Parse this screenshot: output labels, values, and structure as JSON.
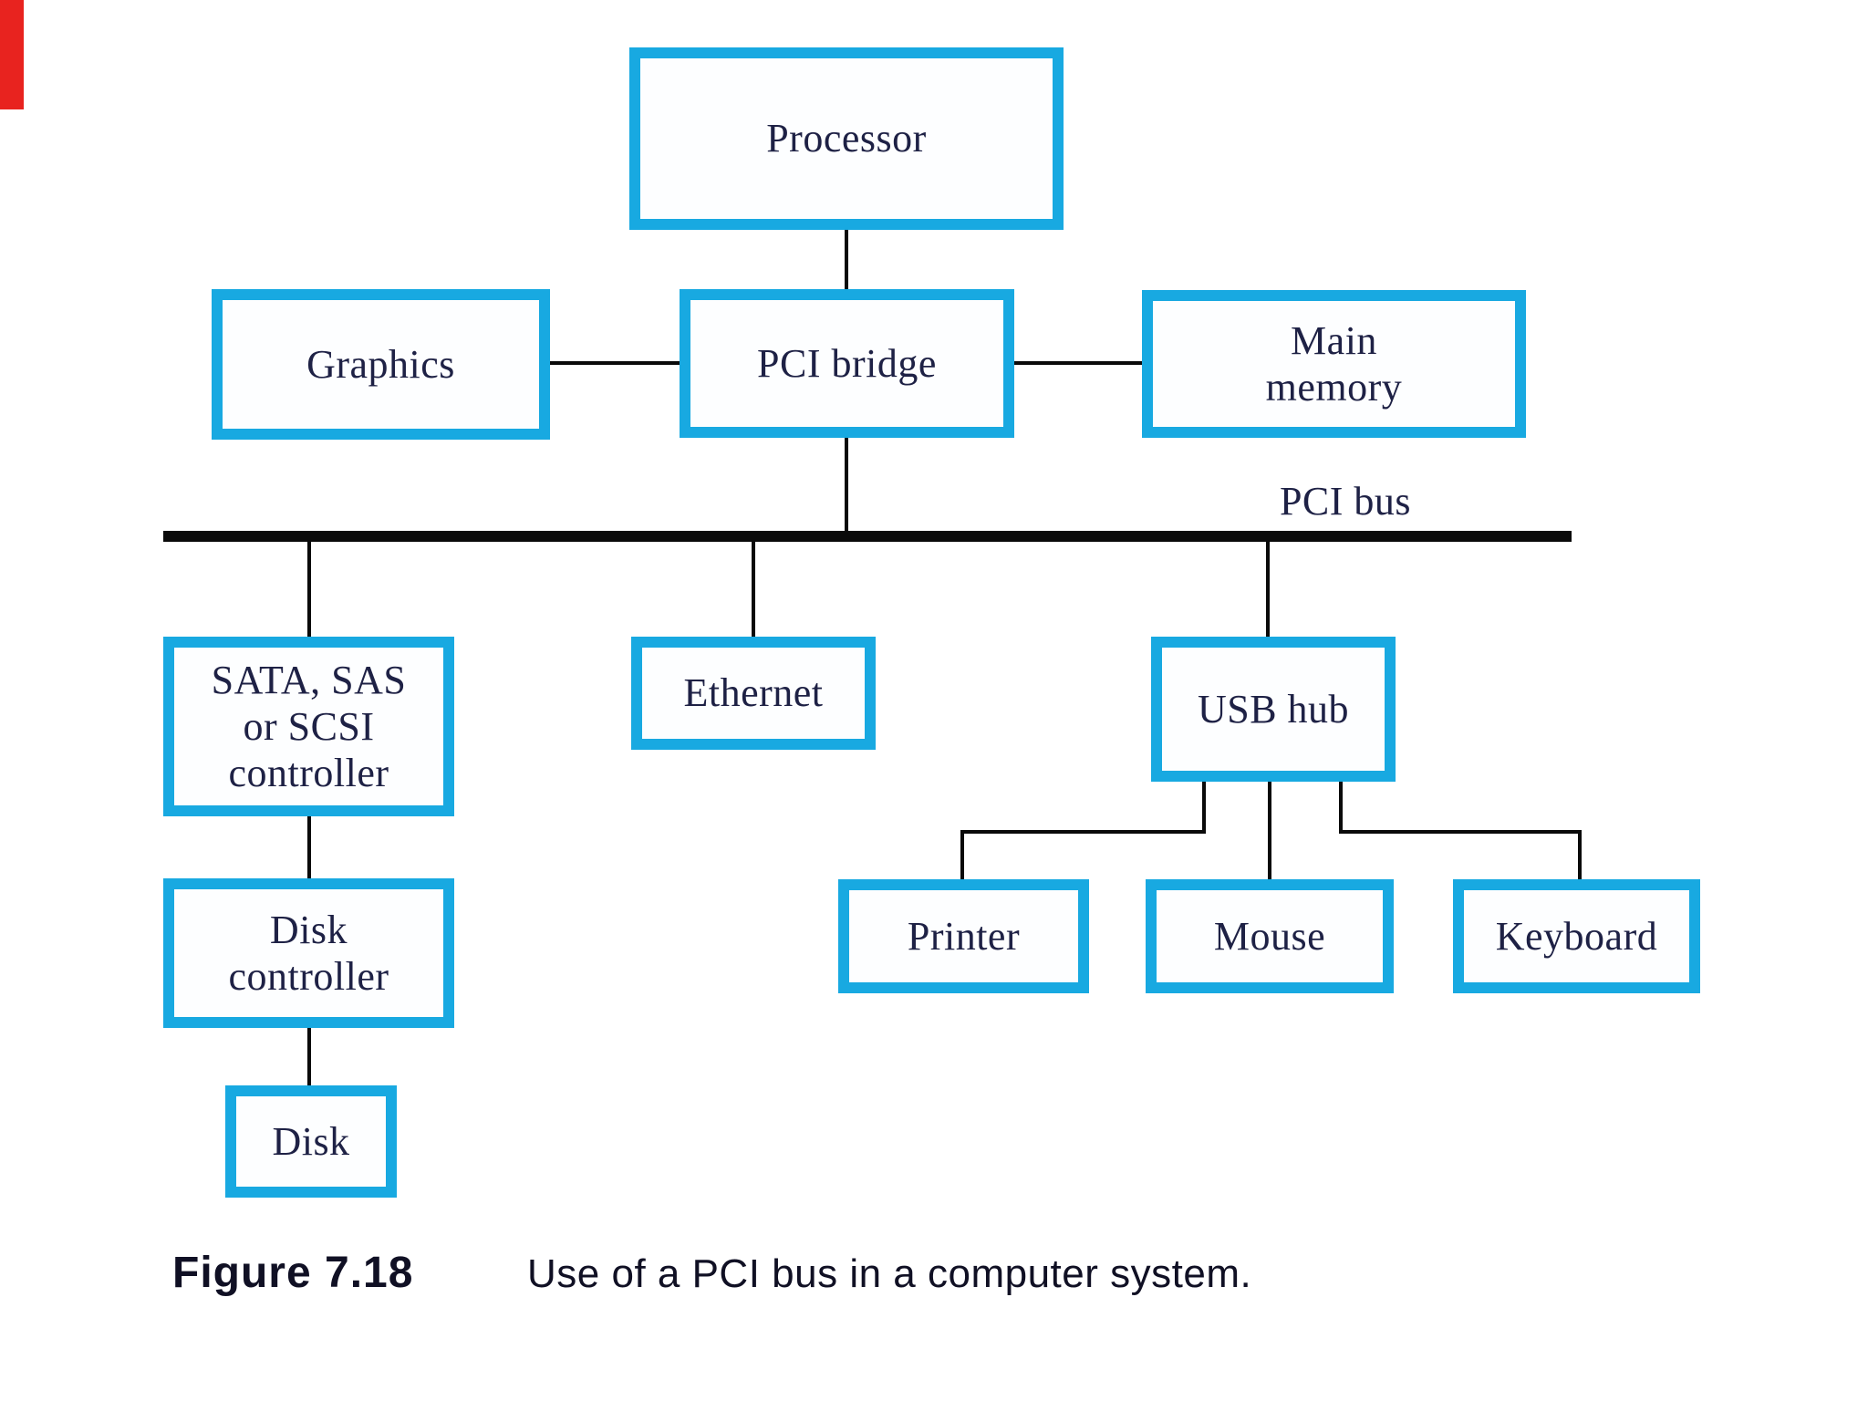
{
  "colors": {
    "box_border": "#18a9e1",
    "box_fill": "#fdfeff",
    "line": "#0a0a0a",
    "text": "#1e2145",
    "caption_text": "#101024",
    "artifact_red": "#e8231f",
    "page_bg": "#ffffff"
  },
  "diagram": {
    "bus_label": "PCI bus",
    "nodes": {
      "processor": {
        "label": "Processor"
      },
      "graphics": {
        "label": "Graphics"
      },
      "pci_bridge": {
        "label": "PCI bridge"
      },
      "main_memory": {
        "label": "Main\nmemory"
      },
      "sata_controller": {
        "label": "SATA, SAS\nor SCSI\ncontroller"
      },
      "ethernet": {
        "label": "Ethernet"
      },
      "usb_hub": {
        "label": "USB hub"
      },
      "disk_controller": {
        "label": "Disk\ncontroller"
      },
      "disk": {
        "label": "Disk"
      },
      "printer": {
        "label": "Printer"
      },
      "mouse": {
        "label": "Mouse"
      },
      "keyboard": {
        "label": "Keyboard"
      }
    }
  },
  "caption": {
    "figure_label": "Figure 7.18",
    "text": "Use of a PCI bus in a computer system."
  }
}
